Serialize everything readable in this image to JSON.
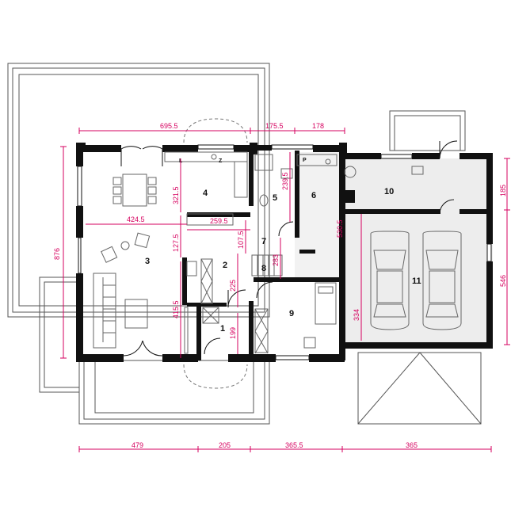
{
  "colors": {
    "wall": "#111111",
    "dimension": "#d6005f",
    "roof_outline": "#555555",
    "garage_floor": "#ededed",
    "furniture": "#666666",
    "background": "#ffffff"
  },
  "rooms": [
    {
      "number": "1"
    },
    {
      "number": "2"
    },
    {
      "number": "3"
    },
    {
      "number": "4"
    },
    {
      "number": "5"
    },
    {
      "number": "6"
    },
    {
      "number": "7"
    },
    {
      "number": "8"
    },
    {
      "number": "9"
    },
    {
      "number": "10"
    },
    {
      "number": "11"
    }
  ],
  "dimensions": {
    "top": [
      "695.5",
      "175.5",
      "178"
    ],
    "bottom": [
      "479",
      "205",
      "365.5",
      "365"
    ],
    "left": [
      "876"
    ],
    "right": [
      "185",
      "546"
    ],
    "interior": [
      "321.5",
      "424.5",
      "259.5",
      "239.5",
      "127.5",
      "107.5",
      "225",
      "283",
      "415.5",
      "199",
      "530.5",
      "334"
    ]
  },
  "appliance_labels": {
    "kitchen_left": "L",
    "kitchen_right": "Z",
    "pantry": "P"
  }
}
